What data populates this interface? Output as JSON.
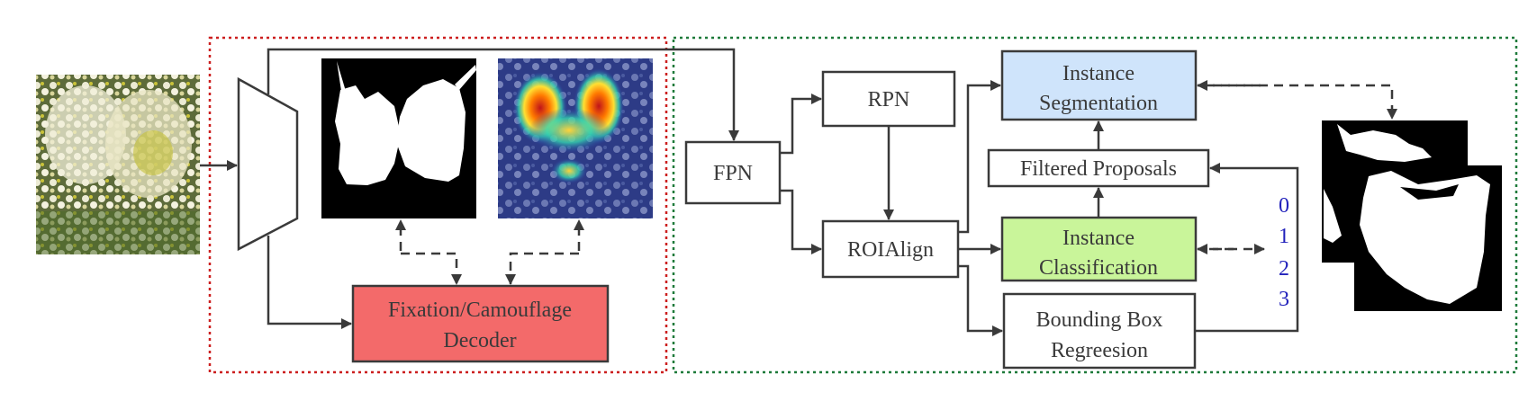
{
  "diagram": {
    "nodes": {
      "fpn": "FPN",
      "rpn": "RPN",
      "roialign": "ROIAlign",
      "instance_segmentation": [
        "Instance",
        "Segmentation"
      ],
      "filtered_proposals": "Filtered Proposals",
      "instance_classification": [
        "Instance",
        "Classification"
      ],
      "bbox_regression": [
        "Bounding Box",
        "Regreesion"
      ],
      "decoder": [
        "Fixation/Camouflage",
        "Decoder"
      ]
    },
    "class_ids": [
      "0",
      "1",
      "2",
      "3"
    ]
  },
  "colors": {
    "left_region_border": "#cc1f1f",
    "right_region_border": "#1e7a3a",
    "decoder_fill": "#f36a6a",
    "segmentation_fill": "#cfe4fb",
    "classification_fill": "#c9f59a",
    "class_id_text": "#2222bb",
    "line": "#3a3a3a"
  },
  "icons": {
    "input_image": "flower-photo",
    "encoder": "encoder-trapezoid",
    "fixation_map": "binary-mask",
    "camouflage_map": "heatmap-overlay",
    "output_masks": "instance-masks"
  }
}
